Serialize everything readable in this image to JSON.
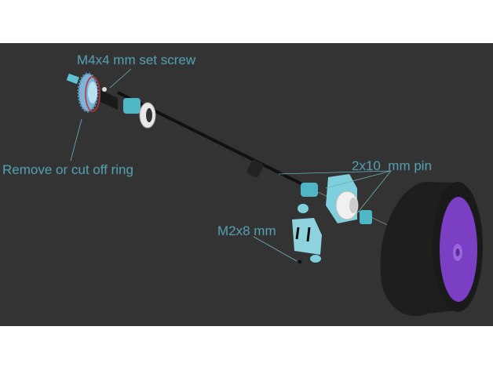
{
  "labels": {
    "set_screw": "M4x4 mm set screw",
    "ring": "Remove or cut off ring",
    "pin": "2x10  mm pin",
    "screw": "M2x8 mm"
  },
  "colors": {
    "background": "#333333",
    "part": "#5ec4d4",
    "rim": "#7b3fc4",
    "tire": "#1e1e1e",
    "label": "#5fa3b3"
  }
}
